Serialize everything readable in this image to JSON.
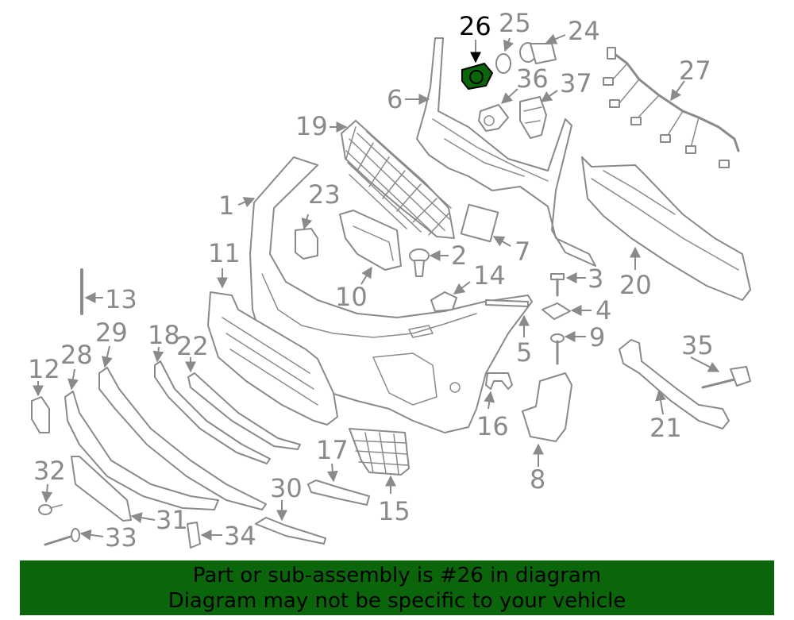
{
  "colors": {
    "highlight": "#0b650b",
    "line": "#8a8a8a",
    "banner_text": "#000000"
  },
  "part_labels": [
    "26",
    "25",
    "24",
    "6",
    "36",
    "37",
    "27",
    "19",
    "23",
    "1",
    "2",
    "7",
    "11",
    "10",
    "14",
    "3",
    "13",
    "4",
    "20",
    "29",
    "18",
    "22",
    "9",
    "12",
    "28",
    "5",
    "35",
    "16",
    "21",
    "17",
    "8",
    "32",
    "30",
    "15",
    "31",
    "33",
    "34"
  ],
  "highlighted_label": "26",
  "banner": {
    "line1": "Part or sub-assembly is #26 in diagram",
    "line2": "Diagram may not be specific to your vehicle"
  }
}
